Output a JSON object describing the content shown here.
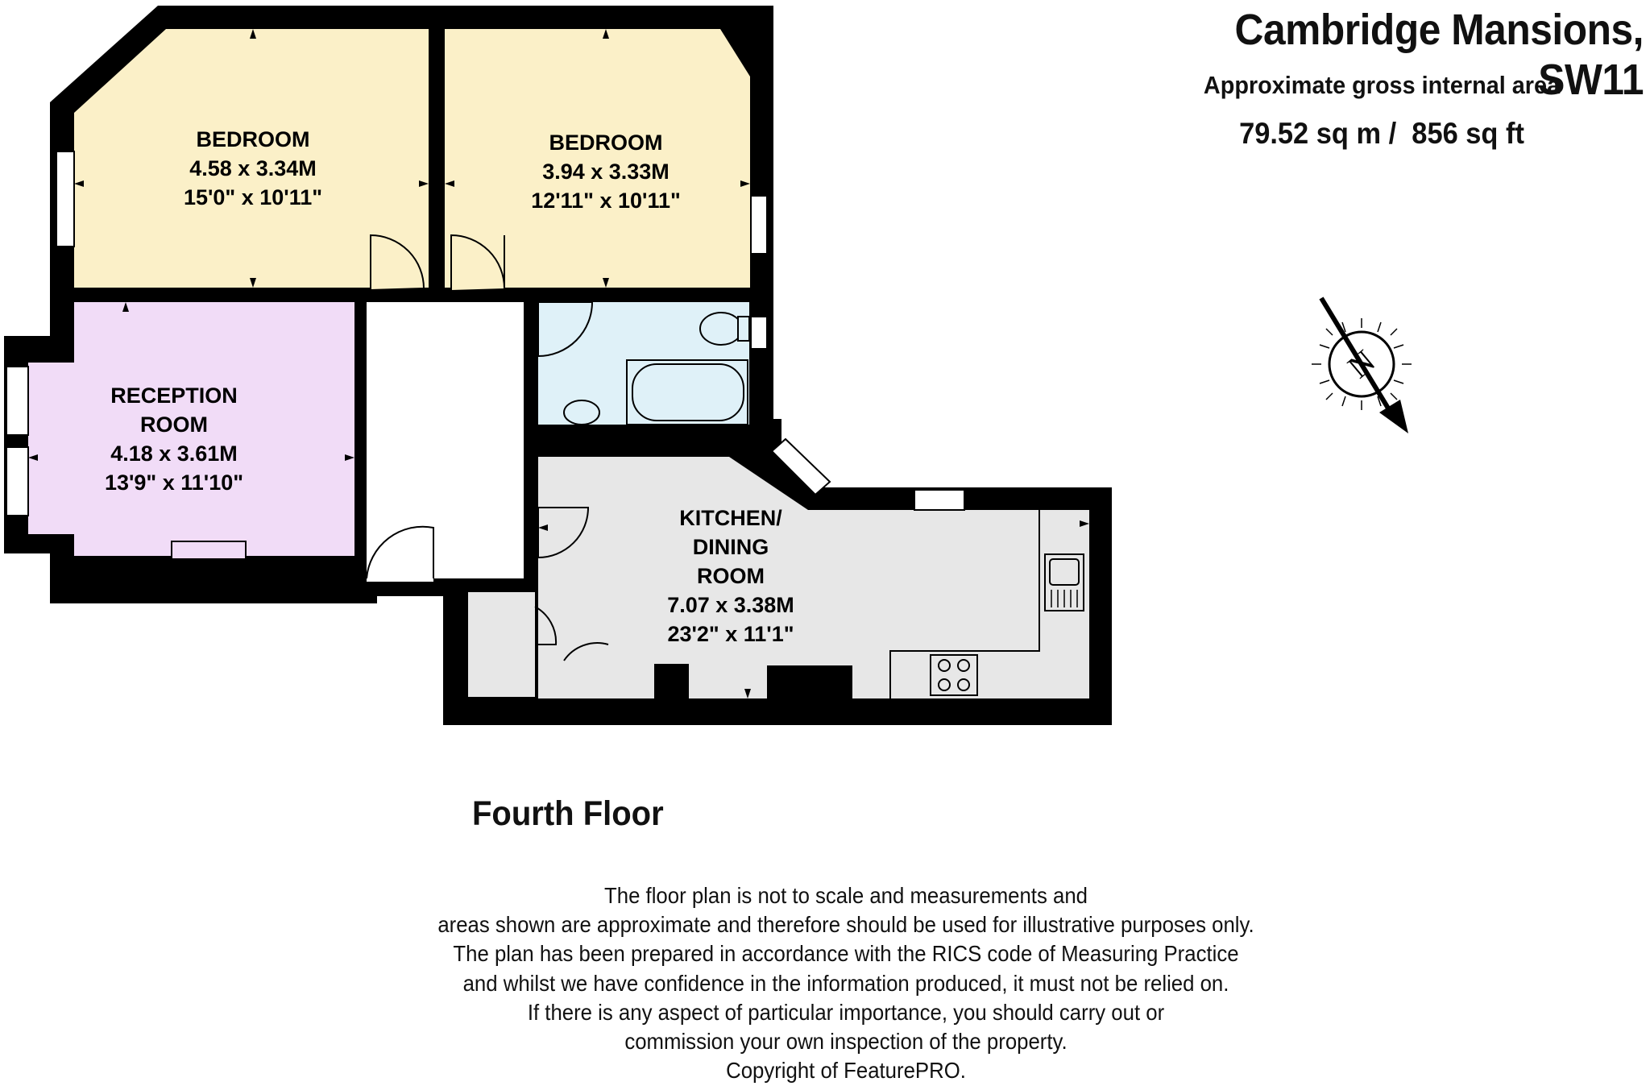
{
  "header": {
    "title": "Cambridge Mansions, SW11",
    "subtitle": "Approximate gross internal area",
    "area_metric": "79.52 sq m",
    "area_imperial": "856 sq ft",
    "area_separator": " /  "
  },
  "compass": {
    "label": "N"
  },
  "floor_label": "Fourth Floor",
  "rooms": {
    "bedroom1": {
      "name": "BEDROOM",
      "metric": "4.58 x 3.34M",
      "imperial": "15'0\" x 10'11\""
    },
    "bedroom2": {
      "name": "BEDROOM",
      "metric": "3.94 x 3.33M",
      "imperial": "12'11\" x 10'11\""
    },
    "reception": {
      "name_line1": "RECEPTION",
      "name_line2": "ROOM",
      "metric": "4.18 x 3.61M",
      "imperial": "13'9\" x 11'10\""
    },
    "kitchen": {
      "name_line1": "KITCHEN/",
      "name_line2": "DINING",
      "name_line3": "ROOM",
      "metric": "7.07 x 3.38M",
      "imperial": "23'2\" x 11'1\""
    }
  },
  "colors": {
    "bedroom": "#fbf0c8",
    "reception": "#f1dcf7",
    "bathroom": "#dff1f8",
    "kitchen": "#e7e7e7",
    "wall": "#000000"
  },
  "disclaimer": [
    "The floor plan is not to scale and measurements and",
    "areas shown are approximate and therefore should be used for illustrative purposes only.",
    "The plan has been prepared in accordance with the RICS code of Measuring Practice",
    "and whilst we have confidence in the information produced, it must not be relied on.",
    "If there is any aspect of particular importance, you should carry out or",
    "commission your own inspection of the property.",
    "Copyright of FeaturePRO."
  ]
}
